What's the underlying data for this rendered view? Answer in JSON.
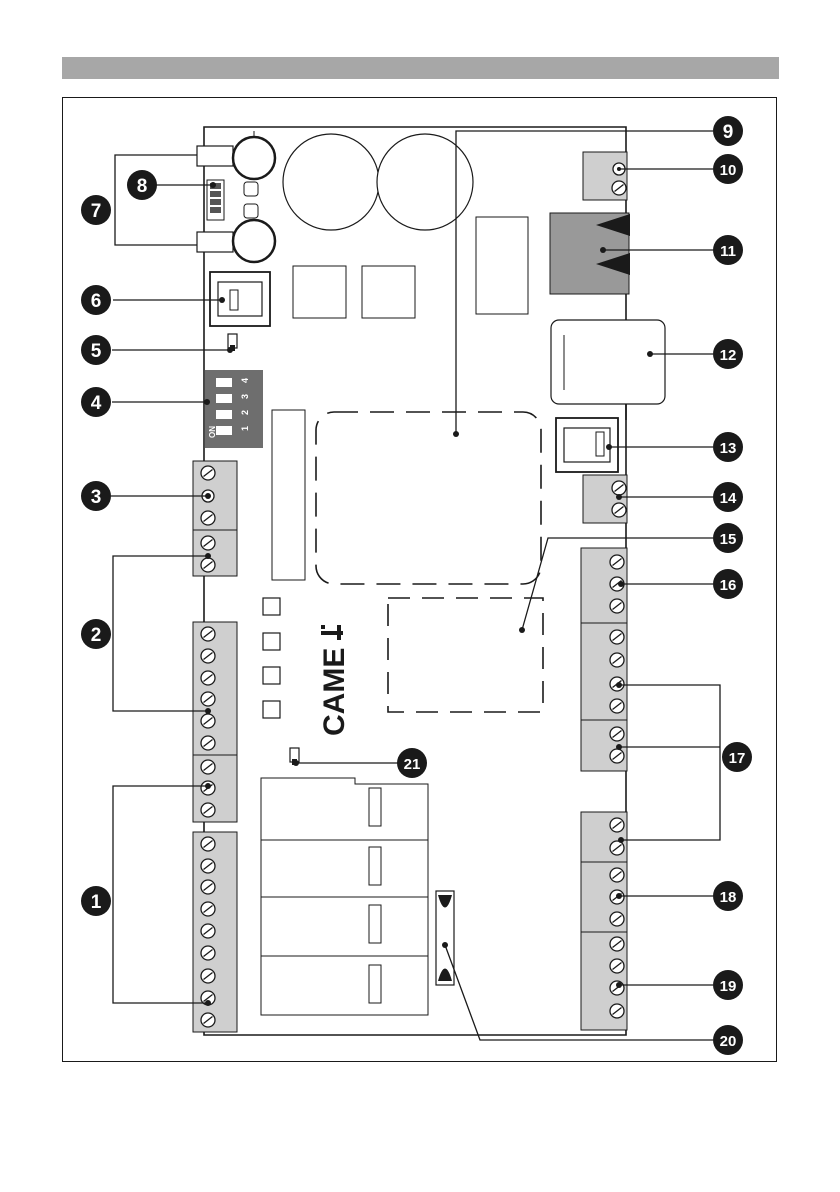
{
  "brand": {
    "logo_text": "CAME"
  },
  "dip_switch": {
    "on_label": "ON",
    "positions": [
      "1",
      "2",
      "3",
      "4"
    ]
  },
  "callouts": [
    "1",
    "2",
    "3",
    "4",
    "5",
    "6",
    "7",
    "8",
    "9",
    "10",
    "11",
    "12",
    "13",
    "14",
    "15",
    "16",
    "17",
    "18",
    "19",
    "20",
    "21"
  ],
  "colors": {
    "header": "#a7a7a7",
    "callout": "#1a1a1a",
    "gray_component": "#999999",
    "terminal_fill": "#cfcfcf",
    "dip_body": "#707070"
  }
}
